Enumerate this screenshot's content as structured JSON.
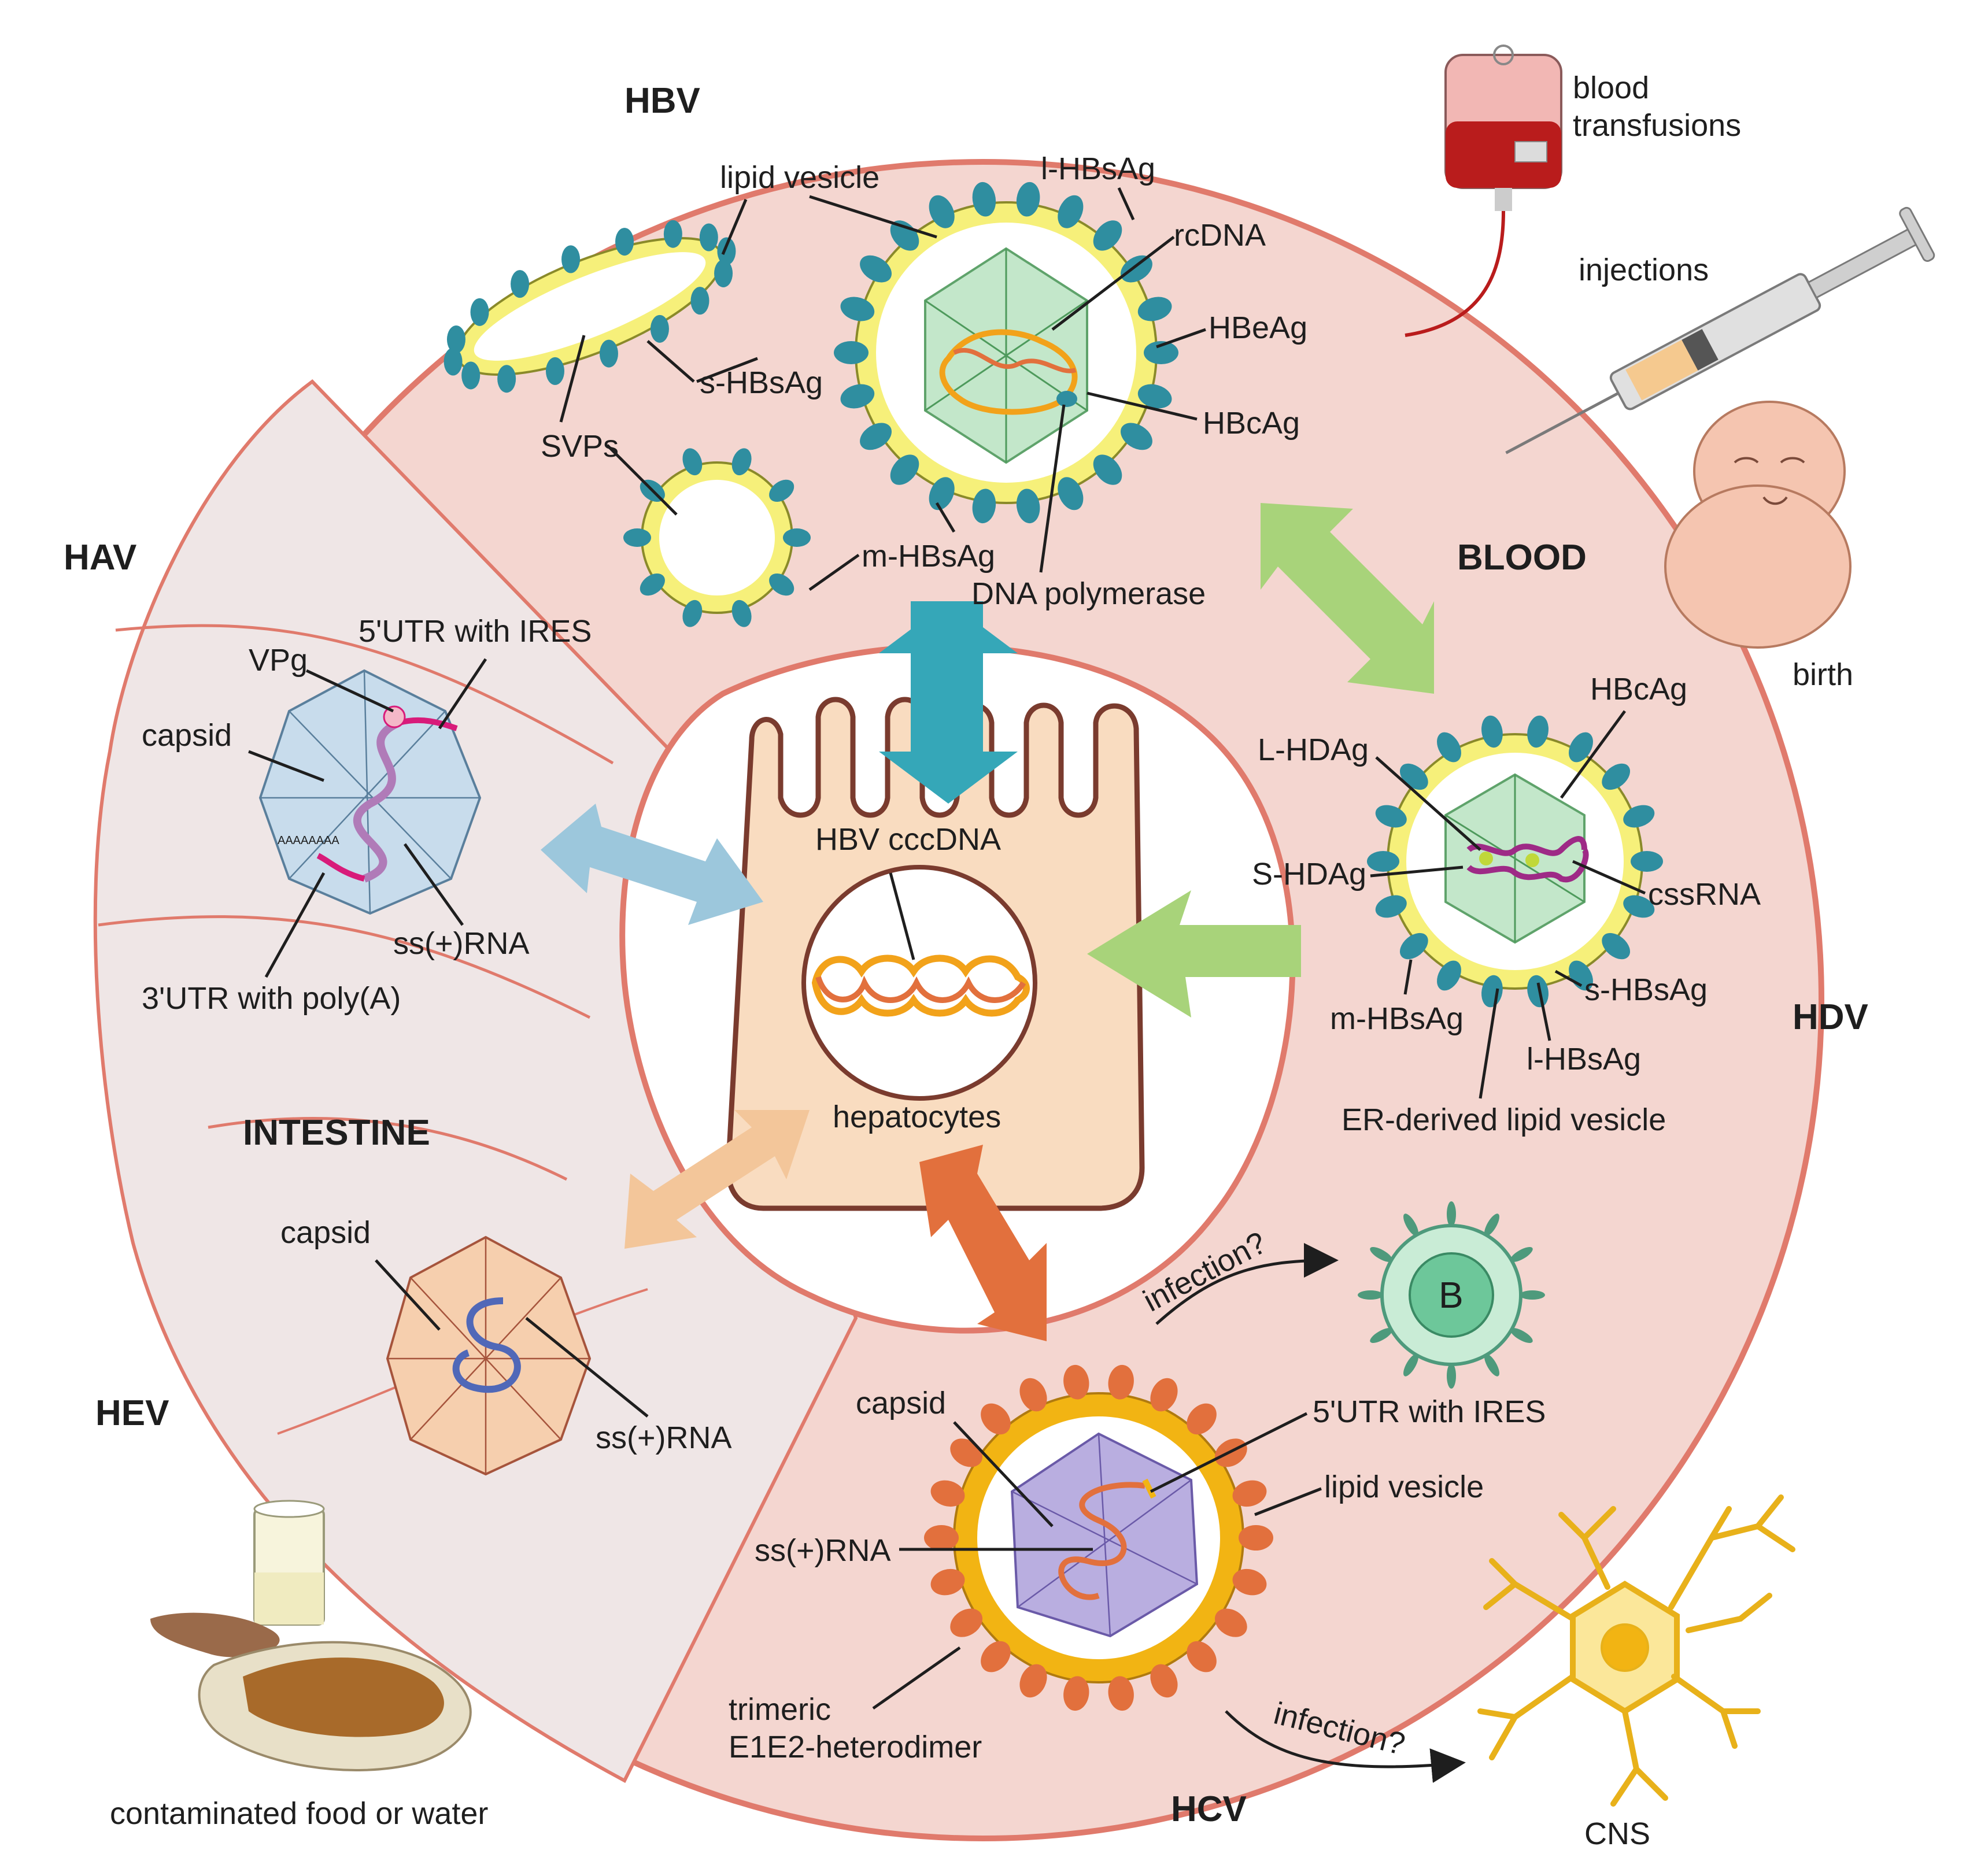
{
  "regions": {
    "blood": "BLOOD",
    "intestine": "INTESTINE"
  },
  "viruses": {
    "hbv": "HBV",
    "hav": "HAV",
    "hdv": "HDV",
    "hev": "HEV",
    "hcv": "HCV"
  },
  "hbv_labels": {
    "lipid_vesicle": "lipid vesicle",
    "l_hbsag": "l-HBsAg",
    "rcdna": "rcDNA",
    "hbeag": "HBeAg",
    "hbcag": "HBcAg",
    "s_hbsag": "s-HBsAg",
    "svps": "SVPs",
    "m_hbsag": "m-HBsAg",
    "dna_polymerase": "DNA polymerase"
  },
  "hav_labels": {
    "utr5": "5'UTR with IRES",
    "vpg": "VPg",
    "capsid": "capsid",
    "ssrna": "ss(+)RNA",
    "utr3": "3'UTR with poly(A)"
  },
  "hepatocyte": {
    "cccdna": "HBV cccDNA",
    "name": "hepatocytes"
  },
  "hdv_labels": {
    "hbcag": "HBcAg",
    "l_hdag": "L-HDAg",
    "s_hdag": "S-HDAg",
    "cssrna": "cssRNA",
    "m_hbsag": "m-HBsAg",
    "s_hbsag": "s-HBsAg",
    "l_hbsag": "l-HBsAg",
    "er_vesicle": "ER-derived lipid vesicle"
  },
  "hev_labels": {
    "capsid": "capsid",
    "ssrna": "ss(+)RNA"
  },
  "hcv_labels": {
    "capsid": "capsid",
    "utr5": "5'UTR with IRES",
    "lipid_vesicle": "lipid vesicle",
    "ssrna": "ss(+)RNA",
    "trimeric": "trimeric",
    "e1e2": "E1E2-heterodimer"
  },
  "infection": {
    "b_cell_arrow": "infection?",
    "b_cell": "B",
    "cns_arrow": "infection?",
    "cns": "CNS"
  },
  "transmission": {
    "blood_line1": "blood",
    "blood_line2": "transfusions",
    "injections": "injections",
    "birth": "birth",
    "food": "contaminated food or water"
  },
  "colors": {
    "blood_region": "#f4d6d0",
    "intestine_region": "#efe6e6",
    "outline": "#e07a6c",
    "hbv_arrow": "#35a7b8",
    "hav_arrow": "#9cc7dc",
    "hdv_arrow": "#a8d37a",
    "hev_arrow": "#f3c69a",
    "hcv_arrow": "#e2703d",
    "lipid": "#f6f07a",
    "hcv_lipid": "#f2b413",
    "spike": "#2f8ea0"
  }
}
